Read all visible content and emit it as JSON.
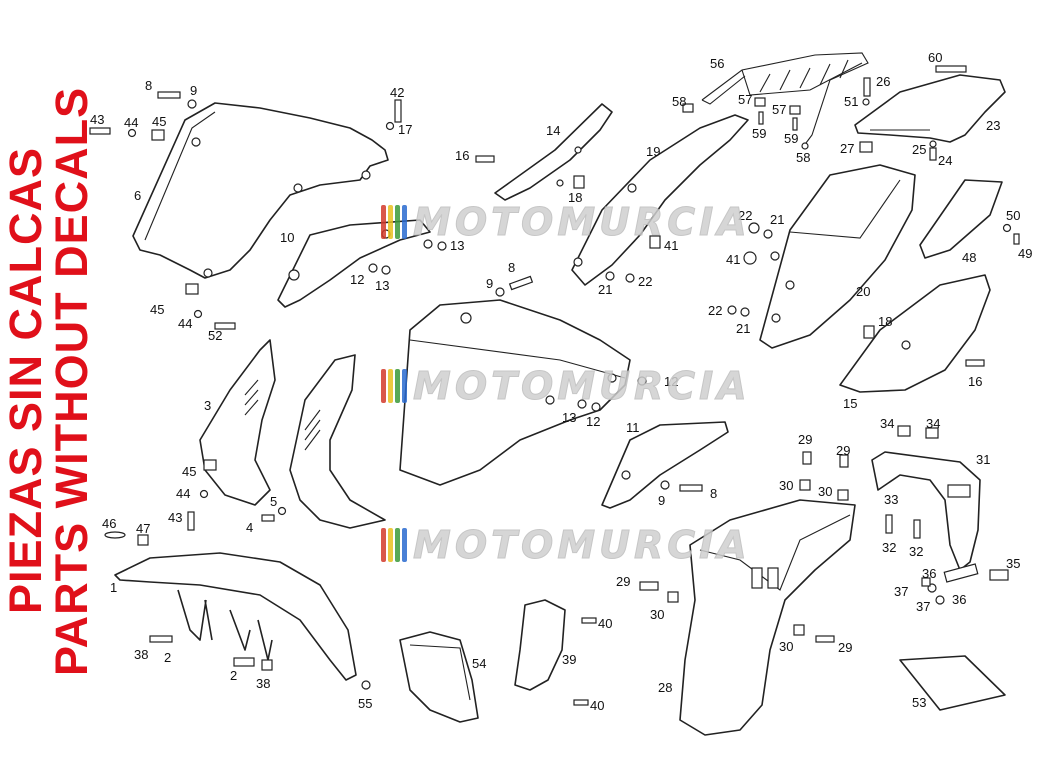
{
  "side_text": {
    "line1": "PIEZAS SIN CALCAS",
    "line2": "PARTS WITHOUT DECALS",
    "color": "#e0101a"
  },
  "watermark": {
    "text": "MOTOMURCIA",
    "stripe_colors": [
      "#d33a2c",
      "#e8c020",
      "#3a9a3a",
      "#2a6ad0"
    ]
  },
  "callouts": [
    "1",
    "2",
    "2",
    "3",
    "4",
    "5",
    "6",
    "8",
    "8",
    "8",
    "9",
    "9",
    "9",
    "10",
    "11",
    "12",
    "12",
    "12",
    "13",
    "13",
    "13",
    "14",
    "15",
    "16",
    "16",
    "17",
    "18",
    "18",
    "19",
    "20",
    "21",
    "21",
    "21",
    "22",
    "22",
    "22",
    "23",
    "24",
    "25",
    "26",
    "27",
    "28",
    "29",
    "29",
    "29",
    "29",
    "30",
    "30",
    "30",
    "30",
    "31",
    "32",
    "32",
    "33",
    "34",
    "34",
    "35",
    "36",
    "36",
    "37",
    "37",
    "38",
    "38",
    "39",
    "40",
    "40",
    "41",
    "41",
    "42",
    "43",
    "43",
    "44",
    "44",
    "44",
    "45",
    "45",
    "45",
    "46",
    "47",
    "48",
    "49",
    "50",
    "51",
    "52",
    "53",
    "54",
    "55",
    "56",
    "57",
    "57",
    "58",
    "58",
    "59",
    "59",
    "60"
  ]
}
